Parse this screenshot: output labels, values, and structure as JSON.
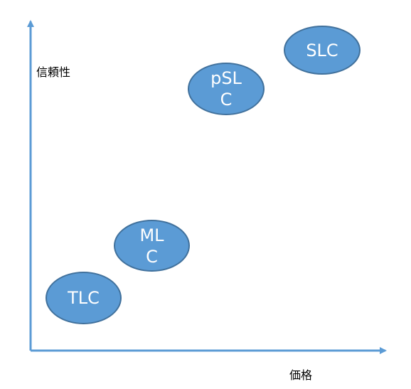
{
  "diagram": {
    "y_axis_label": "信頼性",
    "x_axis_label": "価格",
    "axis_color": "#5b9bd5",
    "bubble_fill": "#5b9bd5",
    "bubble_border": "#41719c",
    "items": [
      {
        "id": "tlc",
        "label": "TLC"
      },
      {
        "id": "mlc",
        "label": "ML\nC"
      },
      {
        "id": "pslc",
        "label": "pSL\nC"
      },
      {
        "id": "slc",
        "label": "SLC"
      }
    ]
  }
}
